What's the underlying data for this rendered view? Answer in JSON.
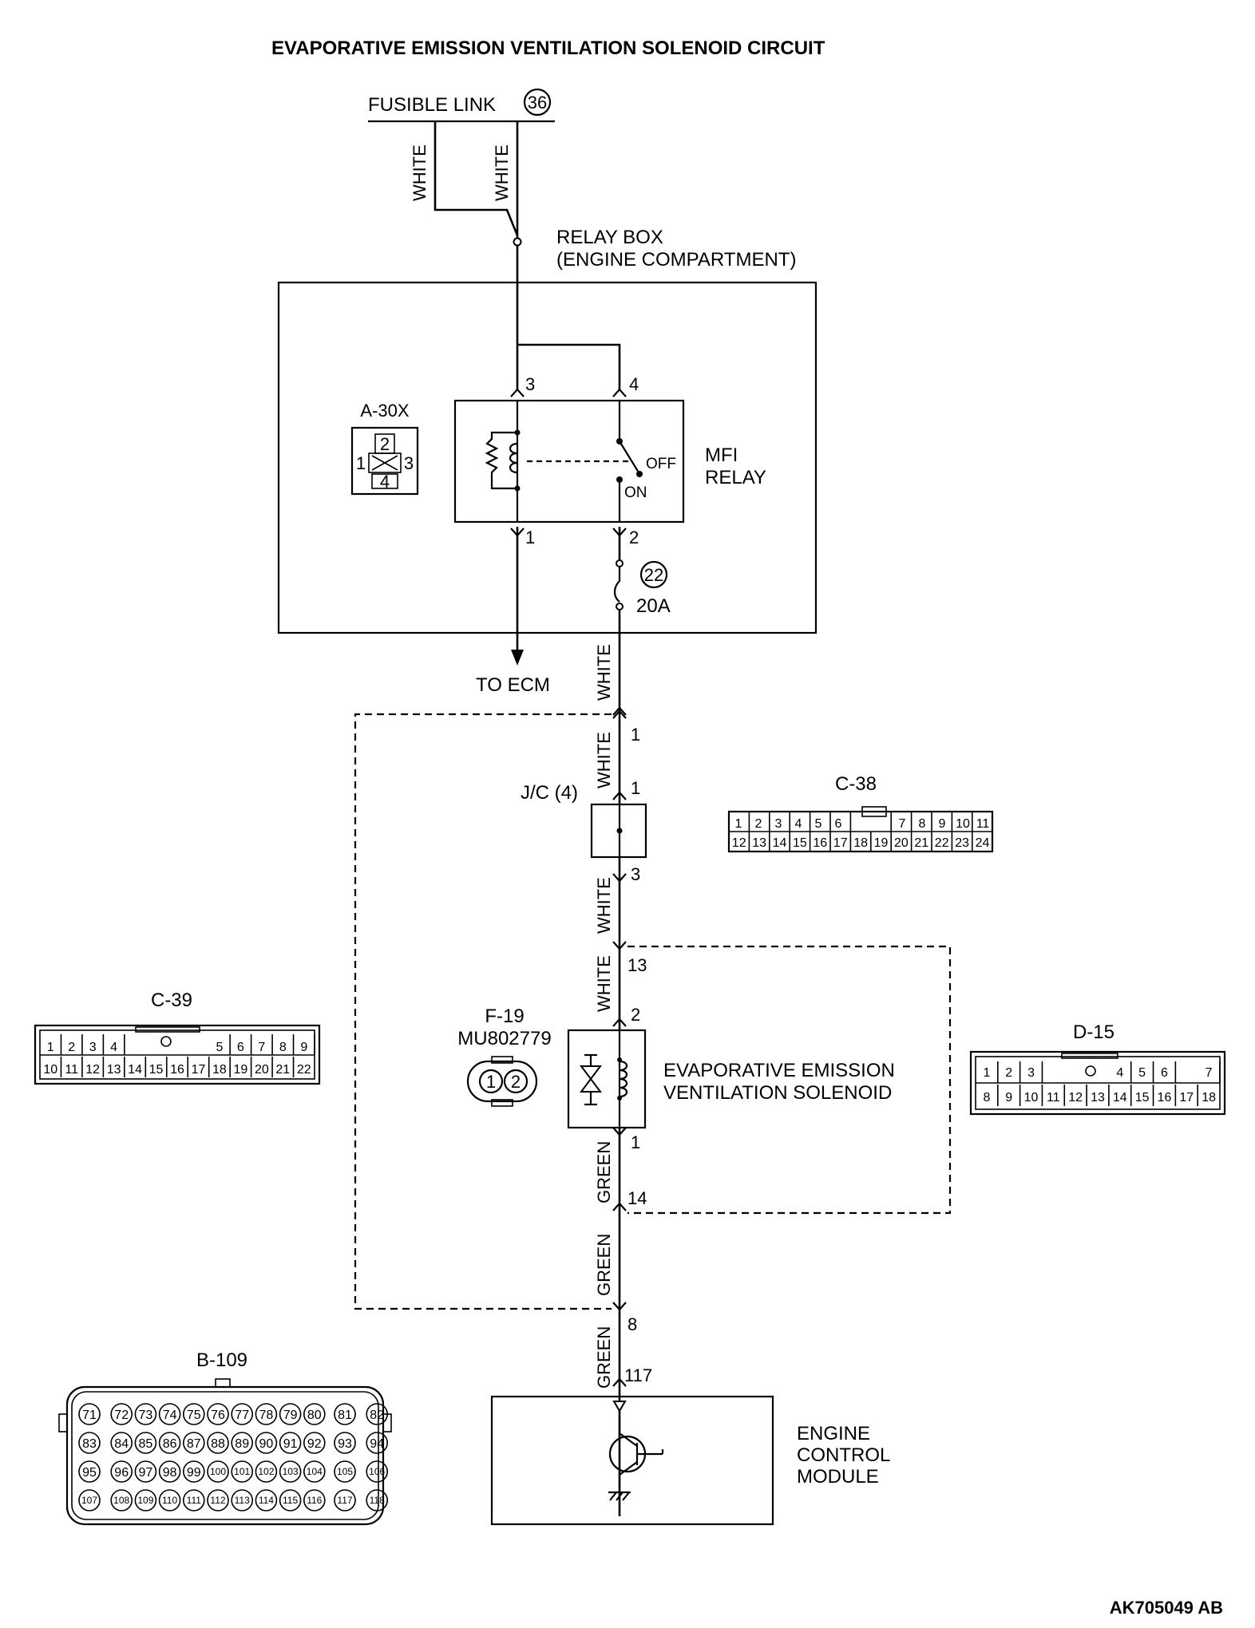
{
  "title": "EVAPORATIVE EMISSION VENTILATION SOLENOID CIRCUIT",
  "fusible_link": {
    "label": "FUSIBLE LINK",
    "number": "36"
  },
  "wire_colors": {
    "white": "WHITE",
    "green": "GREEN"
  },
  "relay_box": {
    "line1": "RELAY BOX",
    "line2": "(ENGINE COMPARTMENT)"
  },
  "mfi_relay": {
    "line1": "MFI",
    "line2": "RELAY",
    "connector": "A-30X",
    "pin_1": "1",
    "pin_2": "2",
    "pin_3": "3",
    "pin_4": "4",
    "off": "OFF",
    "on": "ON"
  },
  "fuse": {
    "number": "22",
    "rating": "20A"
  },
  "to_ecm": "TO ECM",
  "joint_connector": {
    "label": "J/C (4)",
    "pin_in": "1",
    "pin_out": "3"
  },
  "wire_pins": {
    "p1_top": "1",
    "p13": "13",
    "p14": "14",
    "p8": "8",
    "p117": "117"
  },
  "solenoid": {
    "connector": "F-19",
    "part_no": "MU802779",
    "line1": "EVAPORATIVE EMISSION",
    "line2": "VENTILATION SOLENOID",
    "pin_top": "2",
    "pin_bottom": "1",
    "conn_pin_1": "1",
    "conn_pin_2": "2"
  },
  "ecm": {
    "line1": "ENGINE",
    "line2": "CONTROL",
    "line3": "MODULE"
  },
  "connector_c38": {
    "name": "C-38",
    "row1": [
      "1",
      "2",
      "3",
      "4",
      "5",
      "6",
      "",
      "7",
      "8",
      "9",
      "10",
      "11"
    ],
    "row2": [
      "12",
      "13",
      "14",
      "15",
      "16",
      "17",
      "18",
      "19",
      "20",
      "21",
      "22",
      "23",
      "24"
    ]
  },
  "connector_c39": {
    "name": "C-39",
    "row1": [
      "1",
      "2",
      "3",
      "4",
      "",
      "5",
      "6",
      "7",
      "8",
      "9"
    ],
    "row2": [
      "10",
      "11",
      "12",
      "13",
      "14",
      "15",
      "16",
      "17",
      "18",
      "19",
      "20",
      "21",
      "22"
    ]
  },
  "connector_d15": {
    "name": "D-15",
    "row1": [
      "1",
      "2",
      "3",
      "",
      "4",
      "5",
      "6",
      "7"
    ],
    "row2": [
      "8",
      "9",
      "10",
      "11",
      "12",
      "13",
      "14",
      "15",
      "16",
      "17",
      "18"
    ]
  },
  "connector_b109": {
    "name": "B-109",
    "rows": [
      [
        "71",
        "72",
        "73",
        "74",
        "75",
        "76",
        "77",
        "78",
        "79",
        "80",
        "81",
        "82"
      ],
      [
        "83",
        "84",
        "85",
        "86",
        "87",
        "88",
        "89",
        "90",
        "91",
        "92",
        "93",
        "94"
      ],
      [
        "95",
        "96",
        "97",
        "98",
        "99",
        "100",
        "101",
        "102",
        "103",
        "104",
        "105",
        "106"
      ],
      [
        "107",
        "108",
        "109",
        "110",
        "111",
        "112",
        "113",
        "114",
        "115",
        "116",
        "117",
        "118"
      ]
    ]
  },
  "doc_code": "AK705049 AB"
}
